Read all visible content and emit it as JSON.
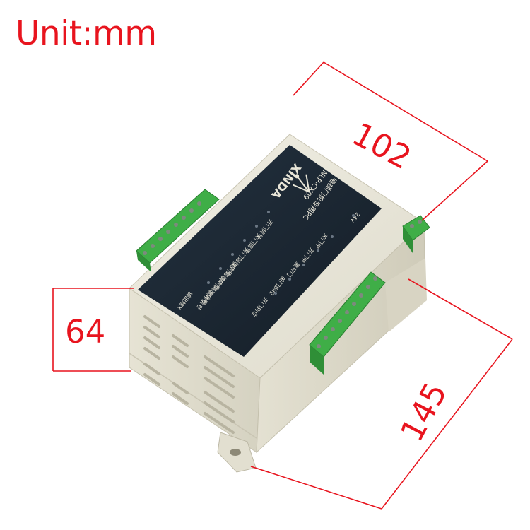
{
  "unit_label": "Unit:mm",
  "dimensions": {
    "length": "102",
    "height": "64",
    "width": "145"
  },
  "panel": {
    "brand": "XINDA",
    "model": "NLP-CX09",
    "subtitle": "电梯门机专用PC",
    "left_labels": [
      "开门信号",
      "关门信号",
      "开门到位信号",
      "关门到位信号",
      "开门减速信号",
      "检修信号",
      "输出端X"
    ],
    "right_labels": [
      "24V",
      "关门中",
      "开门中",
      "重开门",
      "关门到位",
      "开门到位"
    ]
  },
  "colors": {
    "dimension_line": "#e8141e",
    "housing": "#e9e6d8",
    "panel": "#1b2733",
    "terminal": "#43b34a"
  }
}
